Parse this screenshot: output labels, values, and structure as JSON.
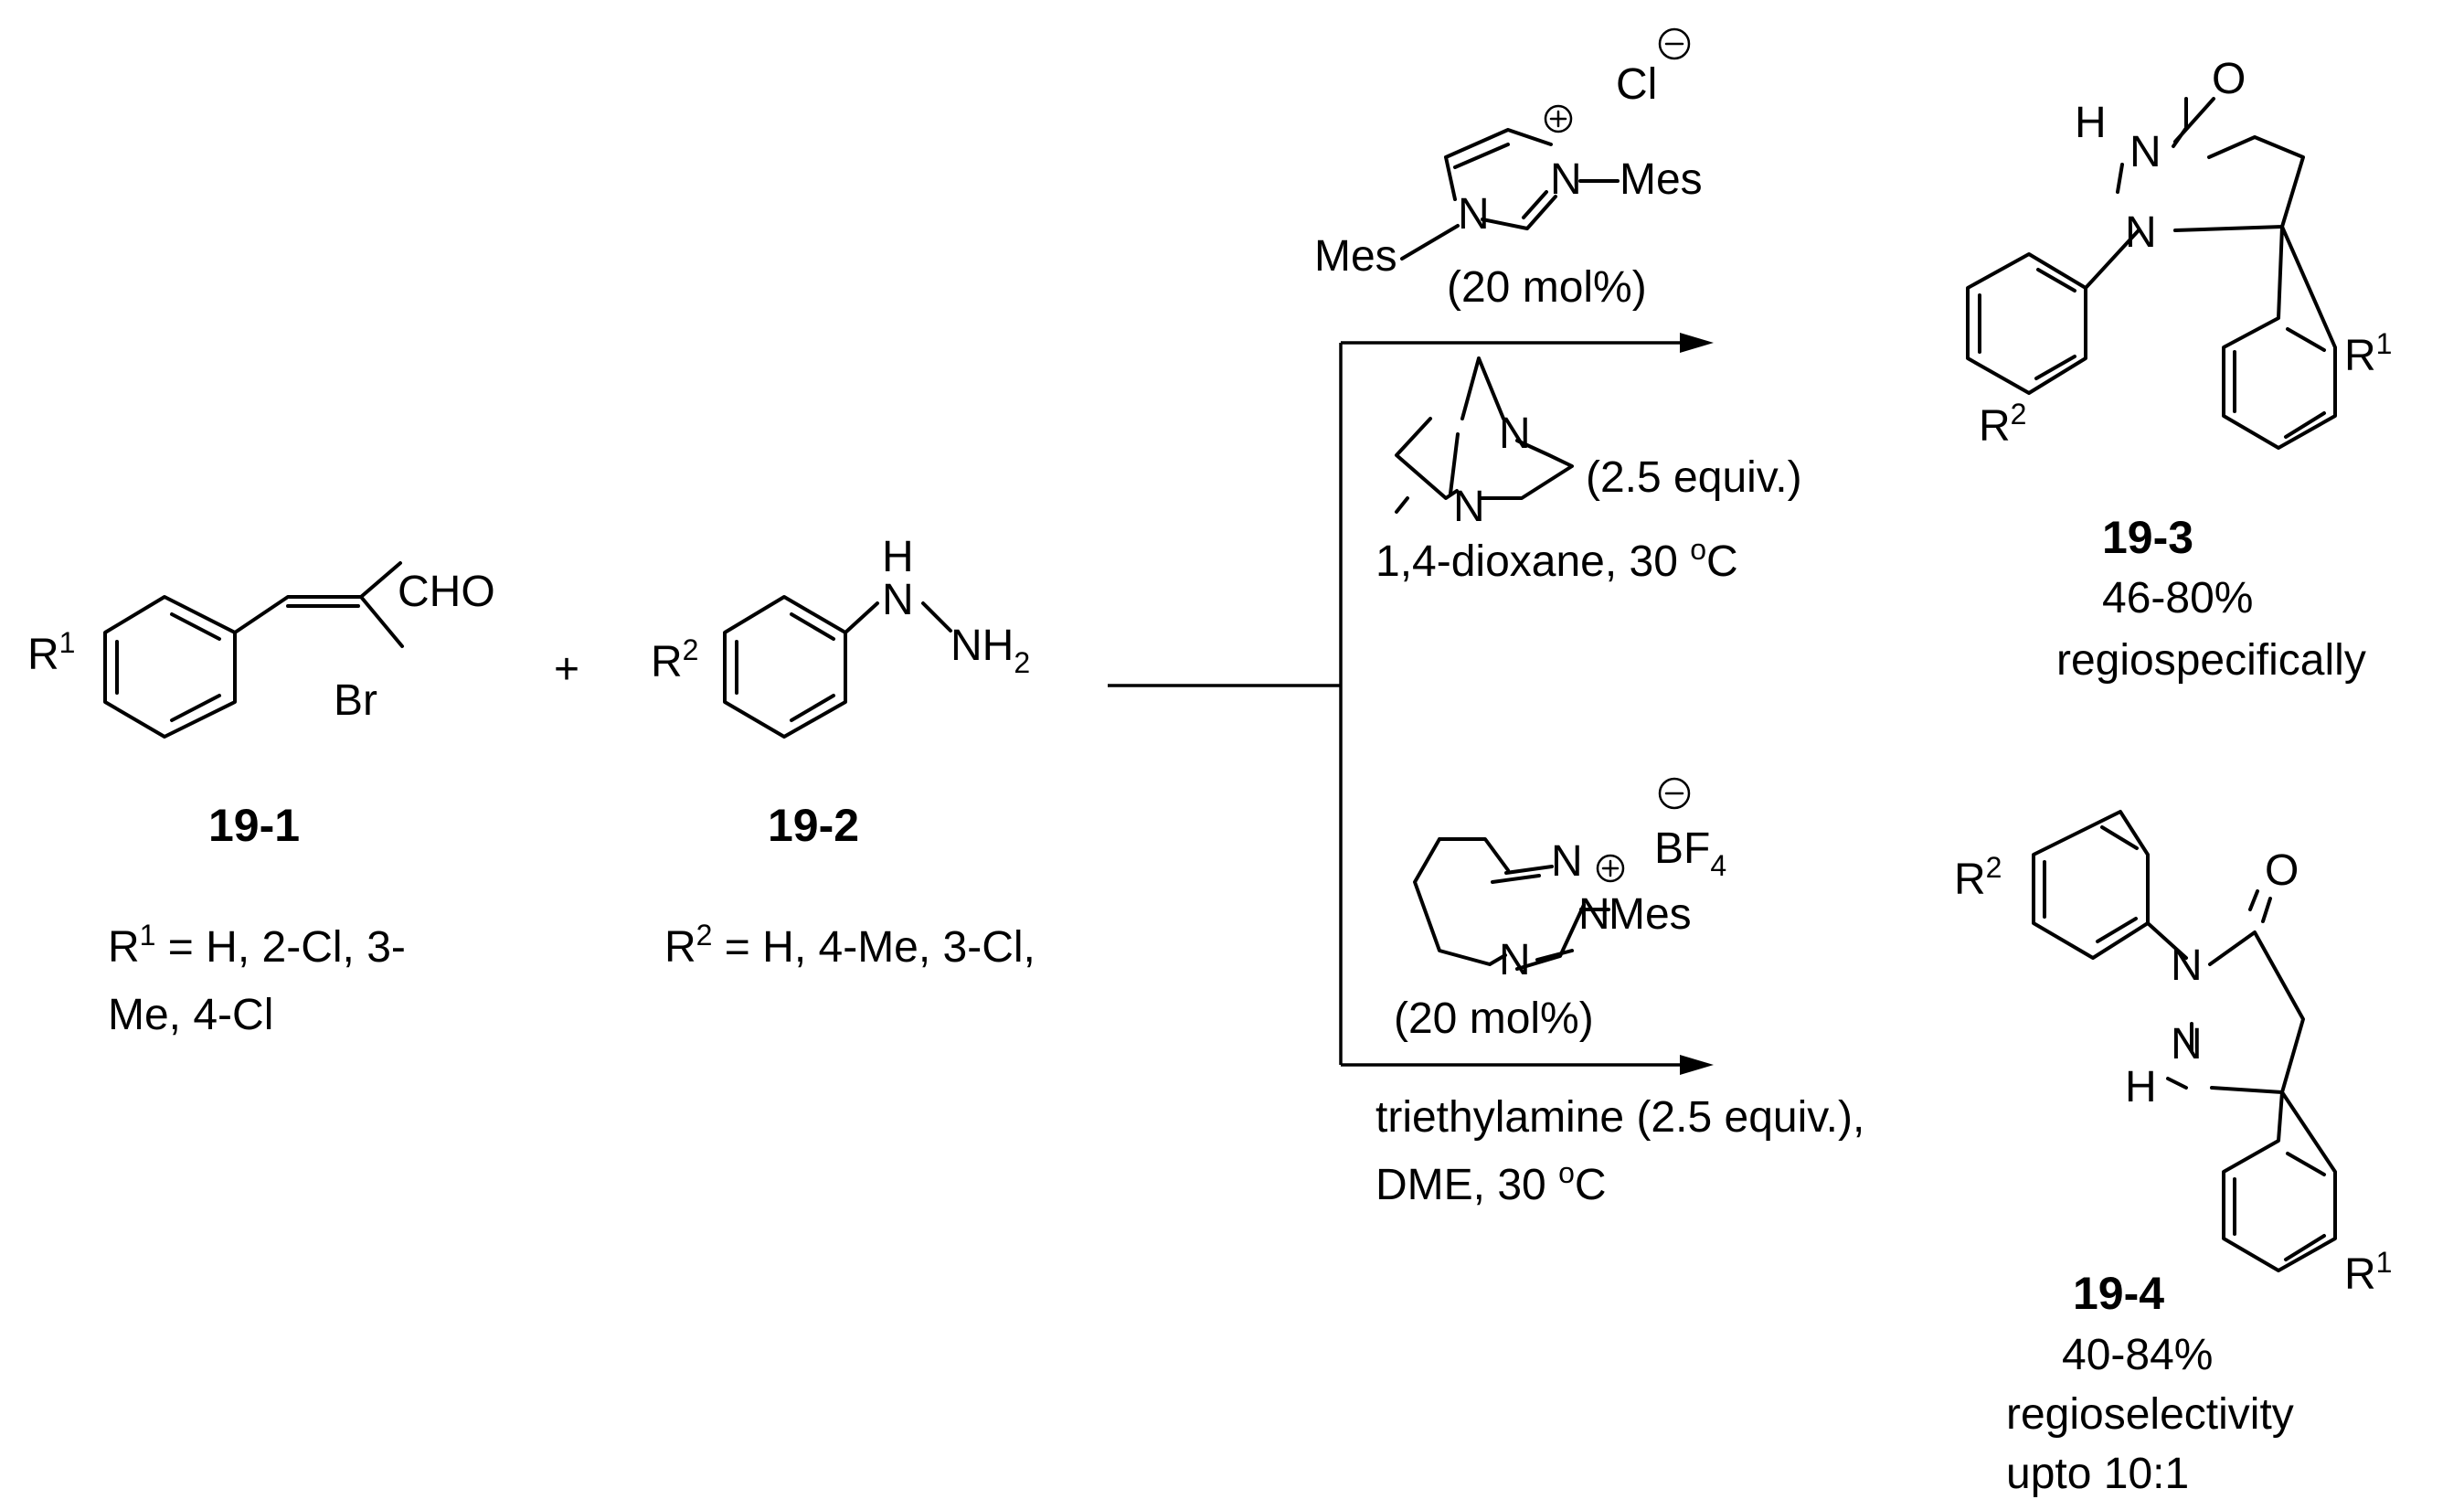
{
  "compounds": {
    "c191": {
      "id": "19-1",
      "r_label": "R",
      "r_sup": "1",
      "cho": "CHO",
      "br": "Br",
      "scope_line1_r": "R",
      "scope_line1_sup": "1",
      "scope_line1_text": " = H, 2-Cl, 3-",
      "scope_line2": "Me, 4-Cl"
    },
    "plus": "+",
    "c192": {
      "id": "19-2",
      "r_label": "R",
      "r_sup": "2",
      "h": "H",
      "n1": "N",
      "nh2_n": "NH",
      "nh2_sub": "2",
      "scope_r": "R",
      "scope_sup": "2",
      "scope_text": " = H, 4-Me, 3-Cl,"
    },
    "c193": {
      "id": "19-3",
      "yield": "46-80%",
      "note": "regiospecifically",
      "o": "O",
      "h": "H",
      "n1": "N",
      "n2": "N",
      "r1": "R",
      "r1_sup": "1",
      "r2": "R",
      "r2_sup": "2"
    },
    "c194": {
      "id": "19-4",
      "yield": "40-84%",
      "note1": "regioselectivity",
      "note2": "upto 10:1",
      "o": "O",
      "h": "H",
      "n1": "N",
      "n2": "N",
      "r1": "R",
      "r1_sup": "1",
      "r2": "R",
      "r2_sup": "2"
    }
  },
  "conditions_top": {
    "anion": "Cl",
    "n_plus": "N",
    "n_plain": "N",
    "mes_right": "Mes",
    "mes_left": "Mes",
    "loading": "(20 mol%)",
    "dabco_n1": "N",
    "dabco_n2": "N",
    "dabco_equiv": "(2.5 equiv.)",
    "solvent": "1,4-dioxane, 30 ",
    "deg": "o",
    "unit": "C"
  },
  "conditions_bottom": {
    "anion": "BF",
    "anion_sub": "4",
    "n_top": "N",
    "n_plus": "N",
    "n_ring": "N",
    "mes": "Mes",
    "loading": "(20 mol%)",
    "base": "triethylamine (2.5 equiv.),",
    "solvent": "DME, 30 ",
    "deg": "o",
    "unit": "C"
  }
}
